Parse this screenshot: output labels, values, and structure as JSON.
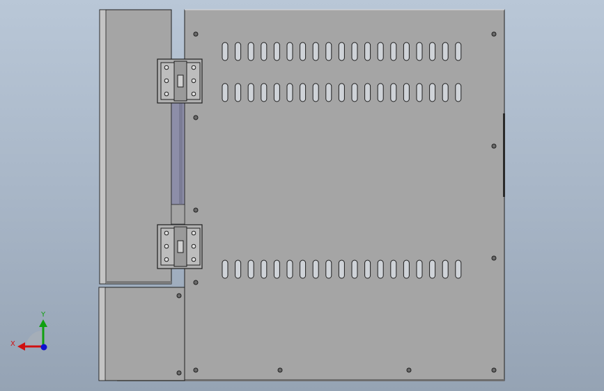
{
  "viewport": {
    "background_top": "#b9c7d7",
    "background_bottom": "#95a3b4"
  },
  "colors": {
    "panel_fill": "#a5a5a5",
    "panel_edge": "#1e1e1e",
    "side_strip": "#c4c4c4",
    "slot_fill": "#cfd3d8",
    "hinge_fill": "#b0b0b0",
    "gap_fill": "#8d8ea8"
  },
  "triad": {
    "x_label": "X",
    "y_label": "Y",
    "x_color": "#d01010",
    "y_color": "#10a010",
    "z_color": "#1010d0"
  },
  "features": {
    "vent_rows": 3,
    "slots_per_row": 19,
    "hinges": 2,
    "icons": [
      "axis-triad-icon",
      "hinge-icon",
      "screw-icon",
      "vent-slot-icon"
    ]
  }
}
